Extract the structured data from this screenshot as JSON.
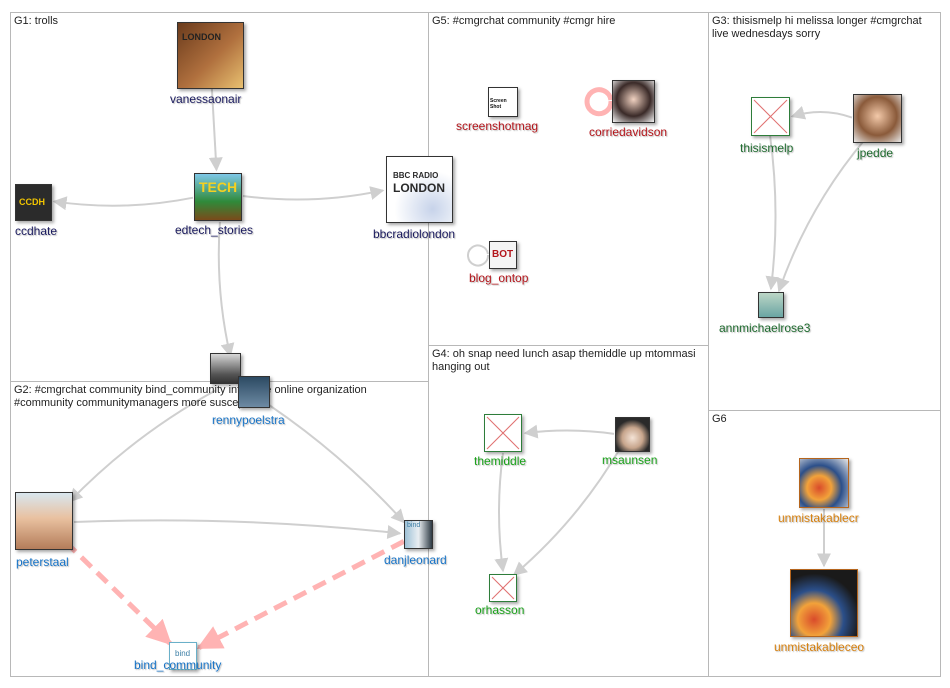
{
  "colors": {
    "g1": "#1a1a5e",
    "g2": "#1874c7",
    "g3": "#1f6b2f",
    "g4": "#1aa11a",
    "g5": "#b3151b",
    "g6": "#d6800f",
    "edge": "#cfcfcf",
    "edge_strong": "#ffb3b3"
  },
  "groups": [
    {
      "id": "g1",
      "title": "G1: trolls"
    },
    {
      "id": "g2",
      "title": "G2: #cmgrchat community bind_community integrate online organization #community communitymanagers more susceptible"
    },
    {
      "id": "g3",
      "title": "G3: thisismelp hi melissa longer #cmgrchat live wednesdays sorry"
    },
    {
      "id": "g4",
      "title": "G4: oh snap need lunch asap themiddle up mtommasi hanging out"
    },
    {
      "id": "g5",
      "title": "G5: #cmgrchat community #cmgr hire"
    },
    {
      "id": "g6",
      "title": "G6"
    }
  ],
  "nodes": [
    {
      "id": "vanessaonair",
      "label": "vanessaonair",
      "group": "g1",
      "image": "bbc-radio-london-photo"
    },
    {
      "id": "edtech_stories",
      "label": "edtech_stories",
      "group": "g1",
      "image": "tech-logo"
    },
    {
      "id": "ccdhate",
      "label": "ccdhate",
      "group": "g1",
      "image": "ccdh-logo"
    },
    {
      "id": "bbcradiolondon",
      "label": "bbcradiolondon",
      "group": "g1",
      "image": "bbc-radio-london-logo"
    },
    {
      "id": "rennypoelstra",
      "label": "rennypoelstra",
      "group": "g2",
      "image": "person-photo"
    },
    {
      "id": "peterstaal",
      "label": "peterstaal",
      "group": "g2",
      "image": "person-photo"
    },
    {
      "id": "danjleonard",
      "label": "danjleonard",
      "group": "g2",
      "image": "person-photo"
    },
    {
      "id": "bind_community",
      "label": "bind_community",
      "group": "g2",
      "image": "bind-logo"
    },
    {
      "id": "thisismelp",
      "label": "thisismelp",
      "group": "g3",
      "image": "missing-image"
    },
    {
      "id": "jpedde",
      "label": "jpedde",
      "group": "g3",
      "image": "person-photo"
    },
    {
      "id": "annmichaelrose3",
      "label": "annmichaelrose3",
      "group": "g3",
      "image": "person-photo"
    },
    {
      "id": "themiddle",
      "label": "themiddle",
      "group": "g4",
      "image": "missing-image"
    },
    {
      "id": "msaunsen",
      "label": "msaunsen",
      "group": "g4",
      "image": "person-photo"
    },
    {
      "id": "orhasson",
      "label": "orhasson",
      "group": "g4",
      "image": "missing-image"
    },
    {
      "id": "screenshotmag",
      "label": "screenshotmag",
      "group": "g5",
      "image": "screenshot-logo"
    },
    {
      "id": "corriedavidson",
      "label": "corriedavidson",
      "group": "g5",
      "image": "person-photo"
    },
    {
      "id": "blog_ontop",
      "label": "blog_ontop",
      "group": "g5",
      "image": "bot-logo"
    },
    {
      "id": "unmistakablecr",
      "label": "unmistakablecr",
      "group": "g6",
      "image": "unmistakable-logo"
    },
    {
      "id": "unmistakableceo",
      "label": "unmistakableceo",
      "group": "g6",
      "image": "unmistakable-logo"
    }
  ],
  "avatar_text": {
    "edtech_stories": "TECH",
    "ccdhate": "CCDH",
    "bbcradiolondon_top": "BBC RADIO",
    "bbcradiolondon_bottom": "LONDON",
    "screenshotmag": "Screen Shot",
    "blog_ontop": "BOT",
    "bind_community": "bind",
    "danjleonard": "bind",
    "vanessaonair": "LONDON"
  },
  "edges": [
    {
      "from": "vanessaonair",
      "to": "edtech_stories"
    },
    {
      "from": "edtech_stories",
      "to": "ccdhate"
    },
    {
      "from": "edtech_stories",
      "to": "bbcradiolondon"
    },
    {
      "from": "edtech_stories",
      "to": "rennypoelstra"
    },
    {
      "from": "rennypoelstra",
      "to": "peterstaal"
    },
    {
      "from": "rennypoelstra",
      "to": "danjleonard"
    },
    {
      "from": "peterstaal",
      "to": "danjleonard"
    },
    {
      "from": "peterstaal",
      "to": "bind_community",
      "strong": true
    },
    {
      "from": "danjleonard",
      "to": "bind_community",
      "strong": true
    },
    {
      "from": "jpedde",
      "to": "thisismelp"
    },
    {
      "from": "thisismelp",
      "to": "annmichaelrose3"
    },
    {
      "from": "jpedde",
      "to": "annmichaelrose3"
    },
    {
      "from": "msaunsen",
      "to": "themiddle"
    },
    {
      "from": "themiddle",
      "to": "orhasson"
    },
    {
      "from": "msaunsen",
      "to": "orhasson"
    },
    {
      "from": "corriedavidson",
      "to": "corriedavidson",
      "self": true,
      "strong": true
    },
    {
      "from": "blog_ontop",
      "to": "blog_ontop",
      "self": true
    },
    {
      "from": "unmistakablecr",
      "to": "unmistakableceo"
    }
  ]
}
